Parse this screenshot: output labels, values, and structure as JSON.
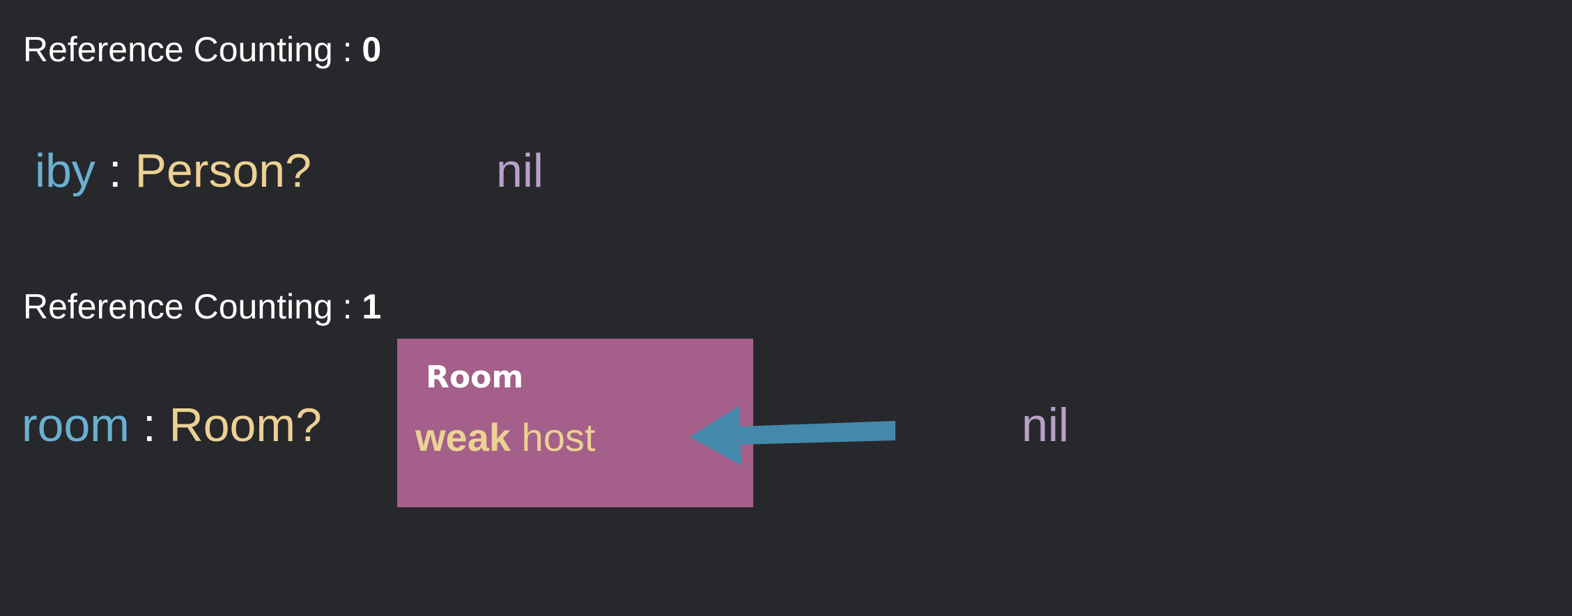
{
  "section1": {
    "rc_label": "Reference Counting : ",
    "rc_value": "0",
    "var_name": "iby",
    "separator": " : ",
    "type_name": "Person?",
    "value": "nil"
  },
  "section2": {
    "rc_label": "Reference Counting : ",
    "rc_value": "1",
    "var_name": "room",
    "separator": " : ",
    "type_name": "Room?",
    "object": {
      "title": "Room",
      "keyword": "weak",
      "property": " host"
    },
    "value": "nil"
  },
  "colors": {
    "background": "#27282c",
    "variable": "#6ab0d0",
    "type": "#ecd194",
    "nil": "#b9a2c9",
    "object_box": "#a45f8a",
    "arrow": "#4489ab"
  }
}
